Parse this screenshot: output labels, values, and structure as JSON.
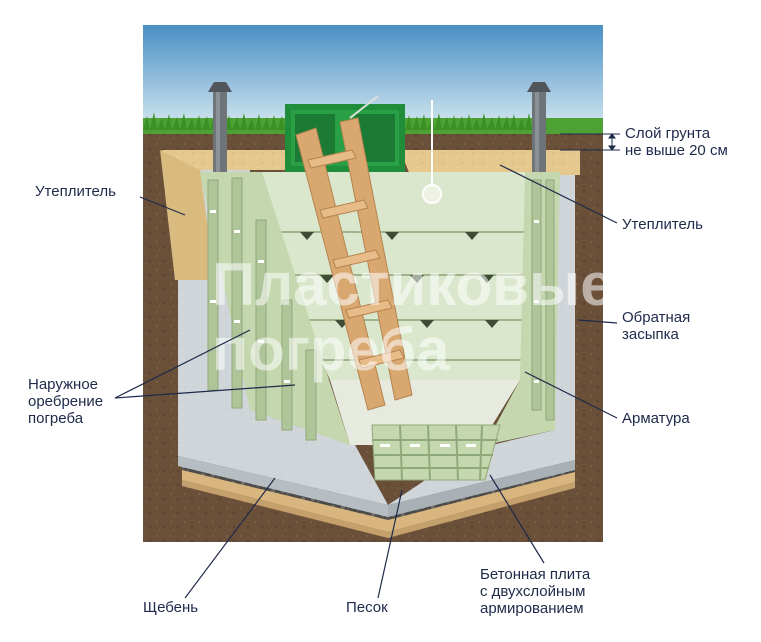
{
  "labels": {
    "soil_layer": [
      "Слой грунта",
      "не выше 20 см"
    ],
    "insulation_left": "Утеплитель",
    "insulation_right": "Утеплитель",
    "backfill": [
      "Обратная",
      "засыпка"
    ],
    "ribbing": [
      "Наружное",
      "оребрение",
      "погреба"
    ],
    "rebar": "Арматура",
    "slab": [
      "Бетонная плита",
      "с двухслойным",
      "армированием"
    ],
    "gravel": "Щебень",
    "sand": "Песок"
  },
  "watermark": {
    "line1": "Пластиковые",
    "line2": "погреба"
  },
  "colors": {
    "sky_top": "#4a8fc4",
    "sky_bottom": "#d9ecf3",
    "grass": "#3f9b2a",
    "soil": "#6a5038",
    "insulation": "#e3c78c",
    "backfill_concrete": "#d0d6da",
    "cellar_green": "#c9dcb4",
    "hatch_green": "#1f8d3a",
    "ladder": "#d9a870",
    "pipe": "#6e7478",
    "label_text": "#1e2a4a"
  }
}
